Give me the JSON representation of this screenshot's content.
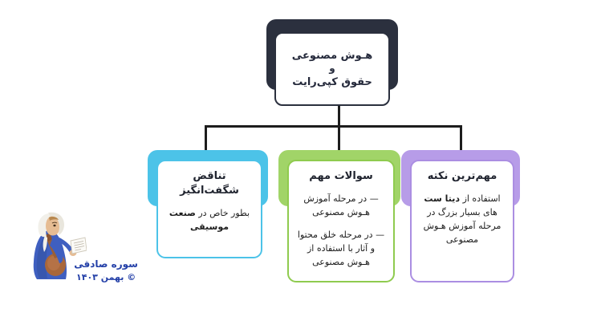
{
  "diagram": {
    "type": "tree-diagram",
    "direction": "rtl",
    "background_color": "#ffffff",
    "root": {
      "title_line_1": "هـوش مصنوعی",
      "conjunction": "و",
      "title_line_2": "حقوق کپی‌رایت",
      "fill_color": "#2b303e",
      "text_color": "#23283a"
    },
    "branches": [
      {
        "id": "branch-1",
        "accent_color": "#4cc3e8",
        "heading": "تناقض\nشگفت‌انگیز",
        "paragraphs": [
          {
            "prefix": "",
            "normal_1": "بطور خاص در",
            "bold": "صنعت موسیقی",
            "normal_2": ""
          }
        ]
      },
      {
        "id": "branch-2",
        "accent_color": "#a1d468",
        "heading": "سوالات مهم",
        "paragraphs": [
          {
            "prefix": "—",
            "normal_1": "در مرحله آموزش هـوش مصنوعی",
            "bold": "",
            "normal_2": ""
          },
          {
            "prefix": "—",
            "normal_1": "در مرحله خلق محتوا و آثار با استفاده از هـوش مصنوعی",
            "bold": "",
            "normal_2": ""
          }
        ]
      },
      {
        "id": "branch-3",
        "accent_color": "#b79ce8",
        "heading": "مهم‌ترین نکته",
        "paragraphs": [
          {
            "prefix": "",
            "normal_1": "استفاده از",
            "bold": "دیتا ست",
            "normal_2": "‌های بسیار بزرگ در مرحله آموزش هـوش مصنوعی"
          }
        ]
      }
    ]
  },
  "signature": {
    "author_name": "سوره صادقی",
    "copyright_date": "© بهمن ۱۴۰۳",
    "text_color": "#2440a8",
    "illustration_name": "seated-musician-reading-illustration"
  }
}
